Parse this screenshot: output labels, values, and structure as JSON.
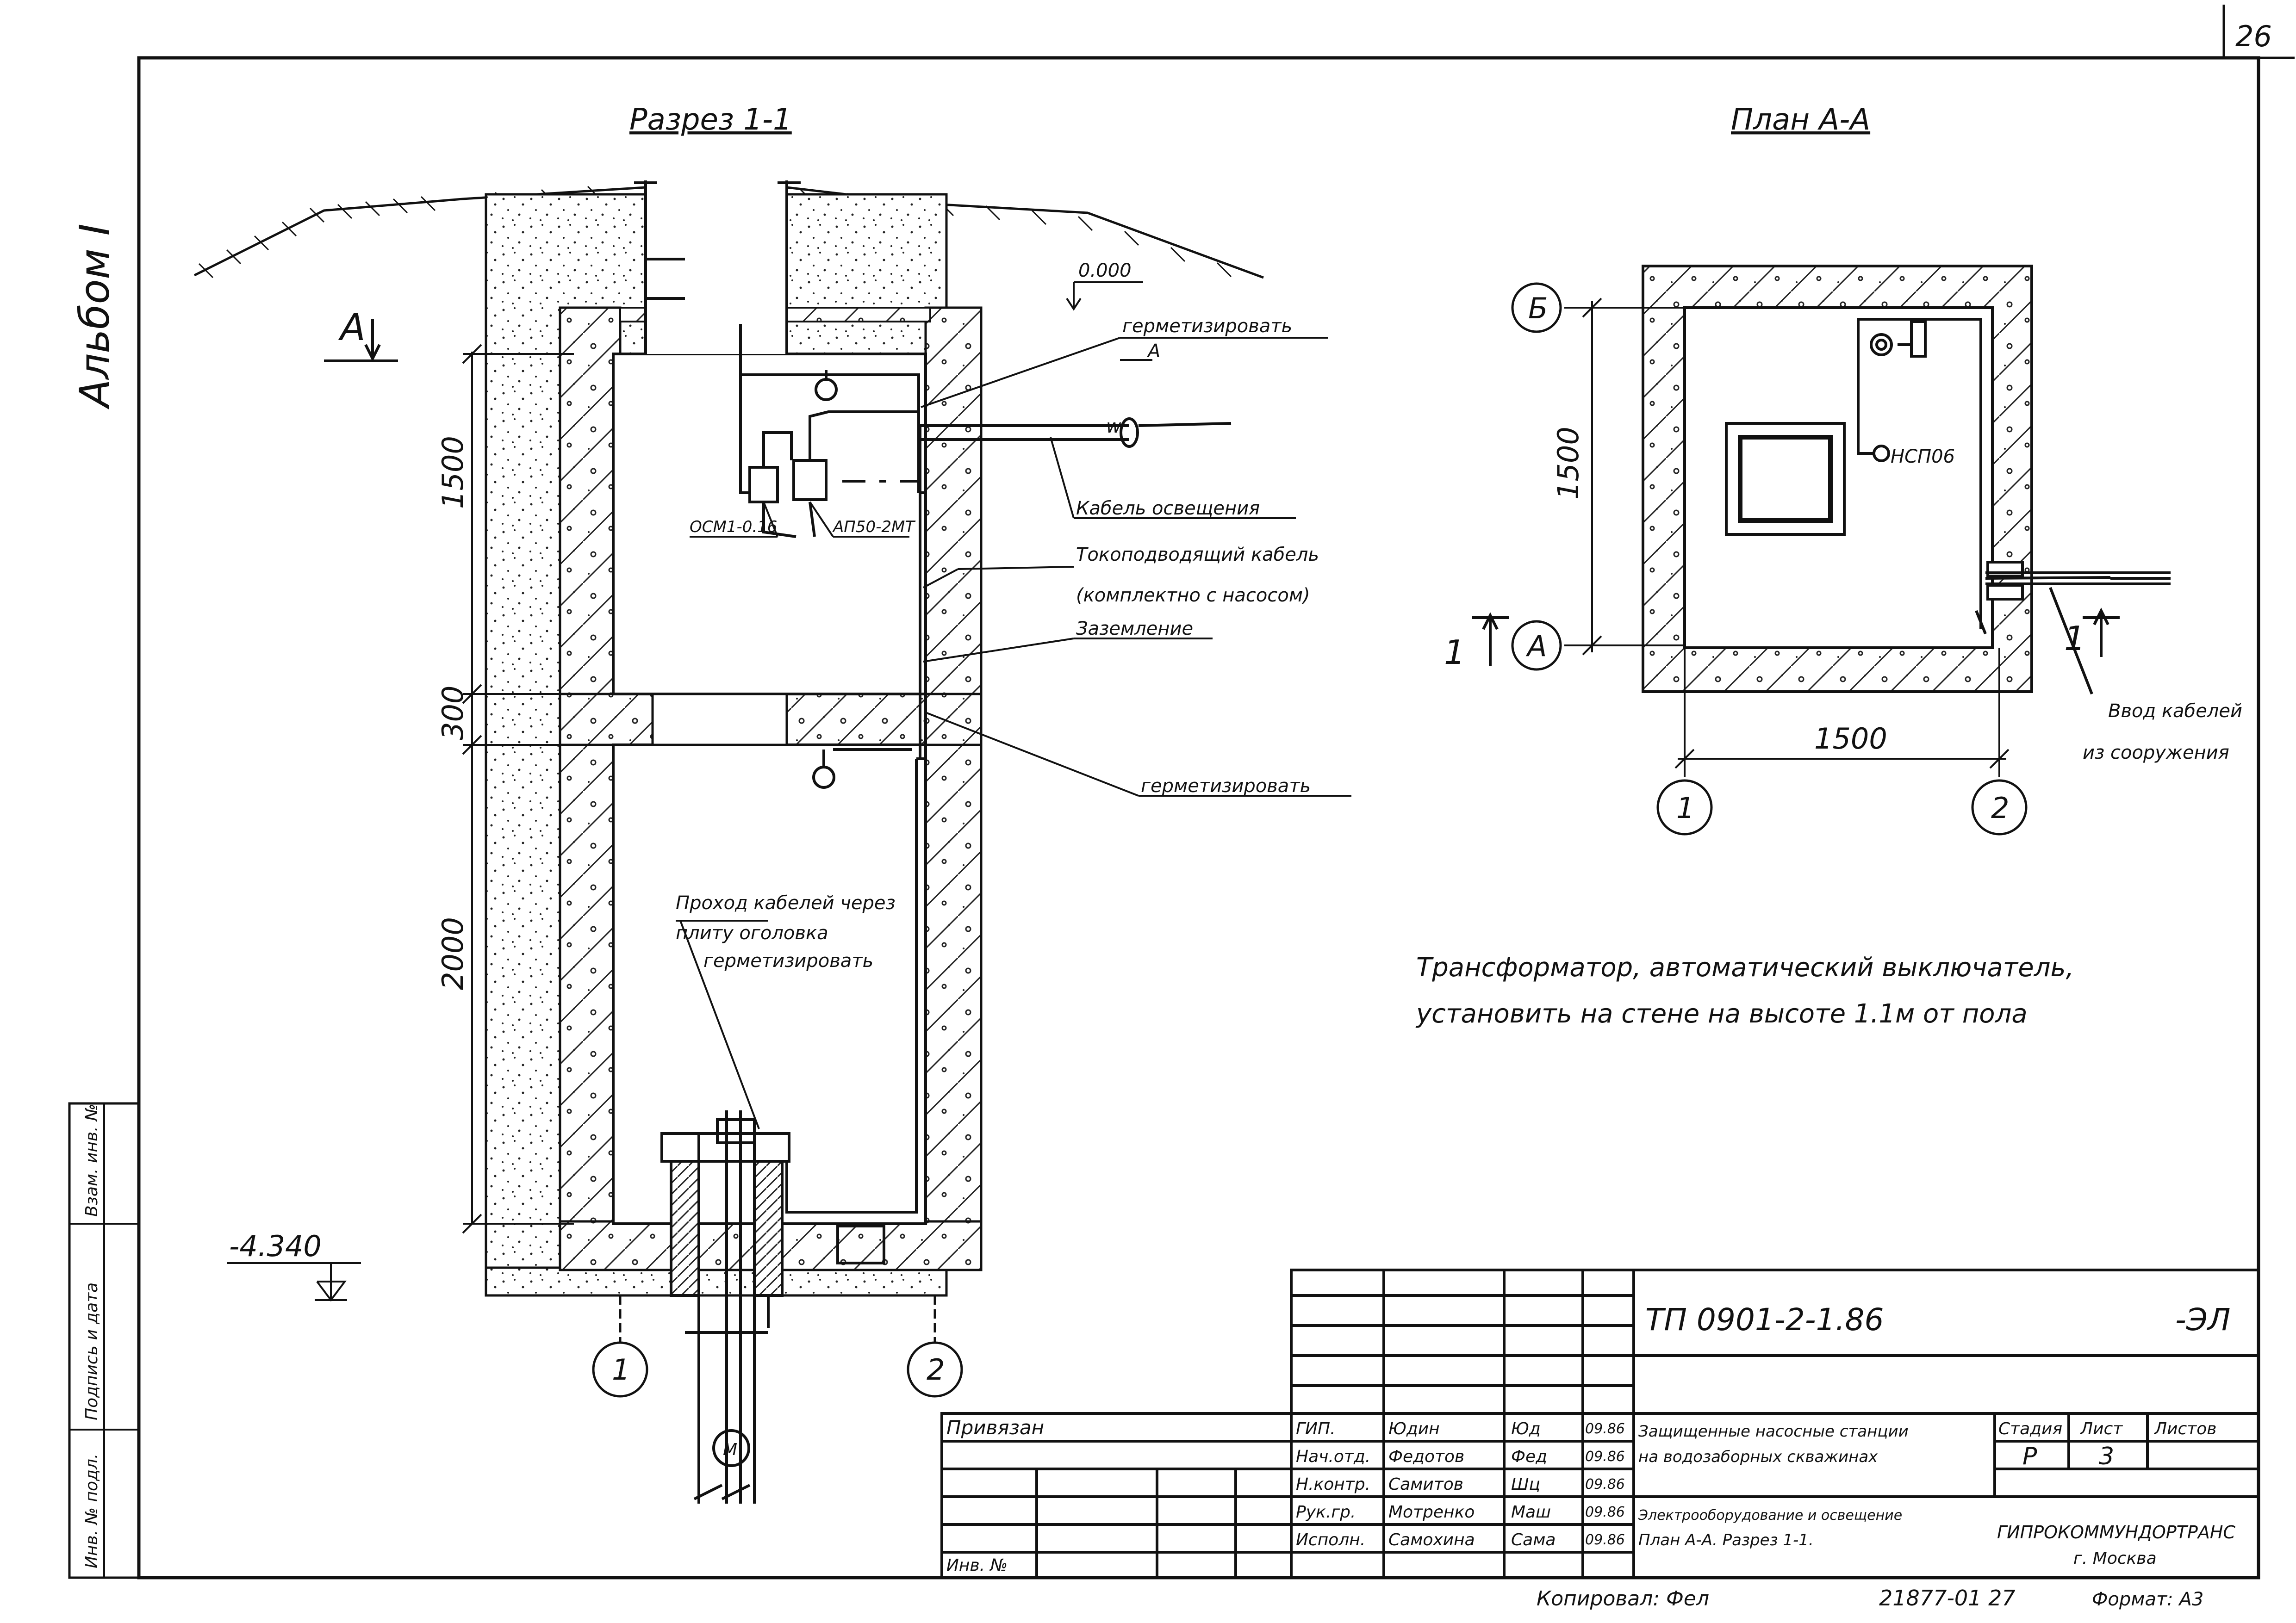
{
  "sheet_number": "26",
  "album": "Альбом I",
  "section": {
    "title": "Разрез 1-1",
    "marker_A": "А",
    "level_top": "0.000",
    "level_bottom": "-4.340",
    "dims": [
      "1500",
      "300",
      "2000"
    ],
    "labels": {
      "seal_top": "герметизировать",
      "marker_A_right": "А",
      "cable_light": "Кабель освещения",
      "cable_power": "Токоподводящий кабель",
      "cable_power_note": "(комплектно с насосом)",
      "grounding": "Заземление",
      "seal_mid": "герметизировать",
      "passage_1": "Проход кабелей через",
      "passage_2": "плиту оголовка",
      "passage_3": "герметизировать",
      "transformer": "ОСМ1-0.16",
      "breaker": "АП50-2МТ",
      "wire": "w",
      "motor": "M"
    },
    "axes": [
      "1",
      "2"
    ]
  },
  "plan": {
    "title": "План А-А",
    "axis_B": "Б",
    "axis_A": "А",
    "axis_1": "1",
    "axis_2": "2",
    "dim_v": "1500",
    "dim_h": "1500",
    "lamp": "НСП06",
    "cut_1": "1",
    "cut_2": "1",
    "entry_1": "Ввод кабелей",
    "entry_2": "из сооружения"
  },
  "note": {
    "line1": "Трансформатор, автоматический выключатель,",
    "line2": "установить на стене на высоте 1.1м от пола"
  },
  "titleblock": {
    "code": "ТП 0901-2-1.86",
    "suffix": "-ЭЛ",
    "privyazan": "Привязан",
    "inv_no": "Инв. №",
    "roles": [
      "ГИП.",
      "Нач.отд.",
      "Н.контр.",
      "Рук.гр.",
      "Исполн."
    ],
    "names": [
      "Юдин",
      "Федотов",
      "Самитов",
      "Мотренко",
      "Самохина"
    ],
    "signs": [
      "Юд",
      "Фед",
      "Шц",
      "Маш",
      "Сама"
    ],
    "dates": [
      "09.86",
      "09.86",
      "09.86",
      "09.86",
      "09.86"
    ],
    "title1": "Защищенные насосные станции",
    "title2": "на водозаборных скважинах",
    "title3": "Электрооборудование и освещение",
    "title4": "План А-А. Разрез 1-1.",
    "stage_hdr": "Стадия",
    "sheet_hdr": "Лист",
    "sheets_hdr": "Листов",
    "stage": "Р",
    "sheet": "3",
    "org1": "ГИПРОКОММУНДОРТРАНС",
    "org2": "г. Москва",
    "copied": "Копировал:",
    "copied_sign": "Фел",
    "archive": "21877-01 27",
    "format": "Формат: А3"
  },
  "margin": {
    "inv_podl": "Инв. № подл.",
    "podpis": "Подпись и дата",
    "vzam": "Взам. инв. №"
  }
}
